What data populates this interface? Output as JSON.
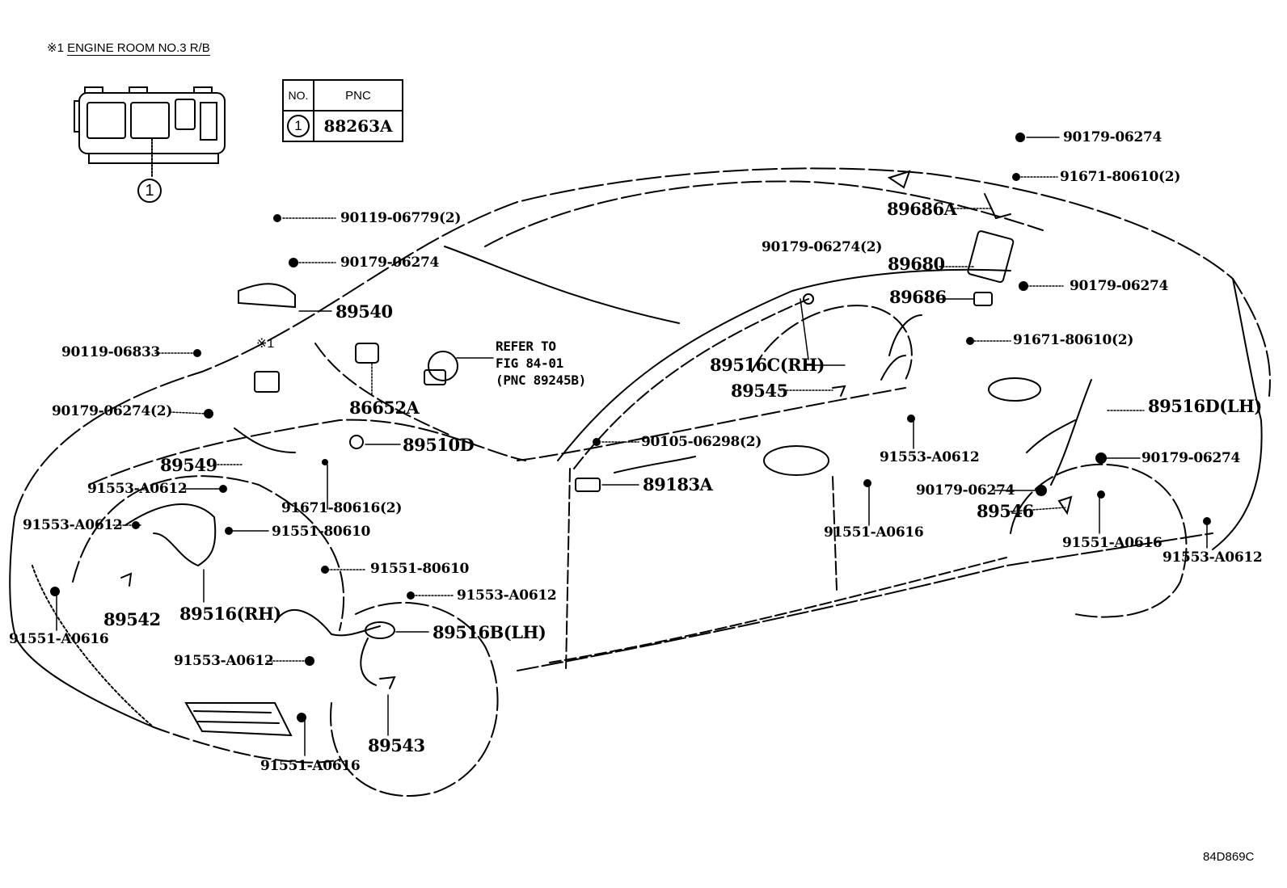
{
  "diagram": {
    "type": "exploded parts diagram",
    "subject": "sedan body with sensors, wiring and brackets",
    "illustration_code": "84D869C"
  },
  "inset": {
    "title_mark": "※1",
    "title": "ENGINE ROOM NO.3 R/B",
    "callout": "①",
    "table": {
      "headers": [
        "NO.",
        "PNC"
      ],
      "rows": [
        {
          "no": "①",
          "pnc": "88263A"
        }
      ]
    }
  },
  "note_mark": "※1",
  "refer_note": "REFER TO\nFIG 84-01\n(PNC 89245B)",
  "parts": [
    "90119-06779(2)",
    "90179-06274",
    "89540",
    "90119-06833",
    "90179-06274(2)",
    "86652A",
    "89510D",
    "89549",
    "91671-80616(2)",
    "91553-A0612",
    "91553-A0612",
    "91551-80610",
    "89542",
    "89516(RH)",
    "91551-A0616",
    "91551-80610",
    "91553-A0612",
    "89516B(LH)",
    "91553-A0612",
    "89543",
    "91551-A0616",
    "90105-06298(2)",
    "89183A",
    "90179-06274",
    "91671-80610(2)",
    "89686A",
    "90179-06274(2)",
    "89680",
    "89686",
    "90179-06274",
    "91671-80610(2)",
    "89516C(RH)",
    "89545",
    "91553-A0612",
    "89516D(LH)",
    "90179-06274",
    "90179-06274",
    "89546",
    "91551-A0616",
    "91551-A0616",
    "91553-A0612"
  ]
}
